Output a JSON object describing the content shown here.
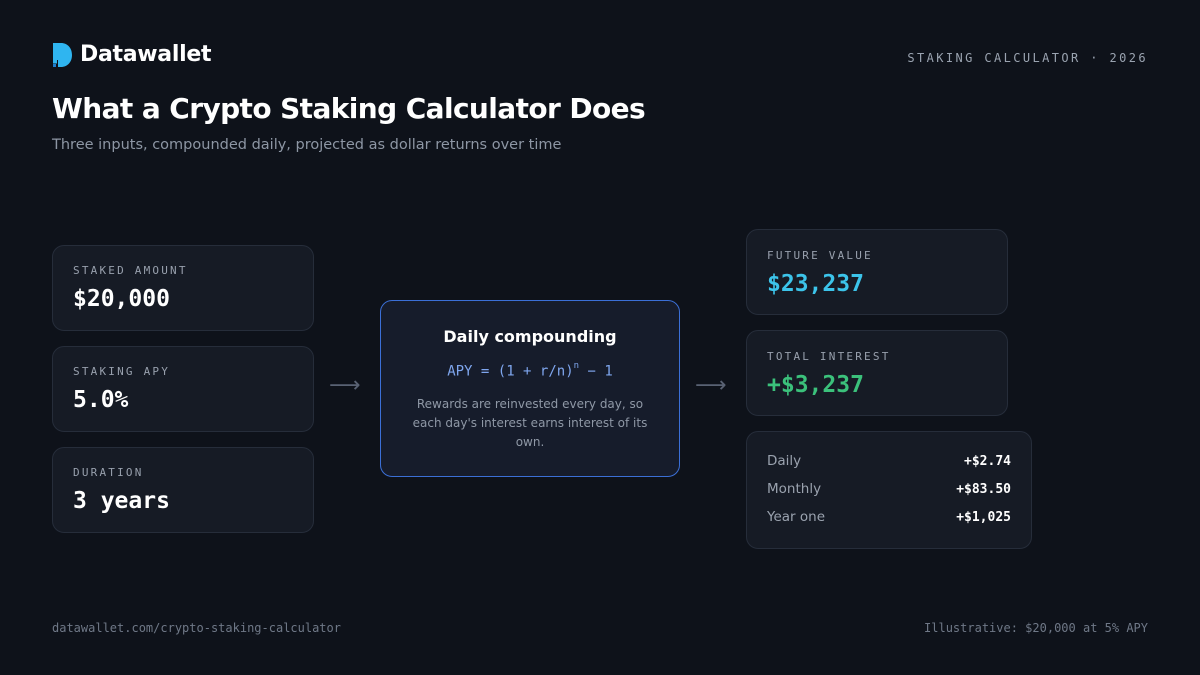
{
  "brand": {
    "name": "Datawallet",
    "logo_icon": "datawallet-logo-icon",
    "accent": "#2fb5f0"
  },
  "header": {
    "kicker": "STAKING CALCULATOR · 2026",
    "title": "What a Crypto Staking Calculator Does",
    "subtitle": "Three inputs, compounded daily, projected as dollar returns over time"
  },
  "inputs": {
    "staked": {
      "label": "STAKED AMOUNT",
      "value": "$20,000"
    },
    "apy": {
      "label": "STAKING APY",
      "value": "5.0%"
    },
    "duration": {
      "label": "DURATION",
      "value": "3 years"
    }
  },
  "compounding": {
    "title": "Daily compounding",
    "formula_base": "APY = (1 + r/n)",
    "formula_exp": "n",
    "formula_tail": " − 1",
    "description": "Rewards are reinvested every day, so each day's interest earns interest of its own.",
    "border_color": "#3b6fd6"
  },
  "outputs": {
    "future": {
      "label": "FUTURE VALUE",
      "value": "$23,237",
      "color": "#3cc4ea"
    },
    "interest": {
      "label": "TOTAL INTEREST",
      "value": "+$3,237",
      "color": "#3bc17b"
    }
  },
  "breakdown": [
    {
      "label": "Daily",
      "value": "+$2.74"
    },
    {
      "label": "Monthly",
      "value": "+$83.50"
    },
    {
      "label": "Year one",
      "value": "+$1,025"
    }
  ],
  "arrows": {
    "glyph": "⟶",
    "icon": "arrow-right-icon"
  },
  "footer": {
    "url": "datawallet.com/crypto-staking-calculator",
    "note": "Illustrative: $20,000 at 5% APY"
  }
}
